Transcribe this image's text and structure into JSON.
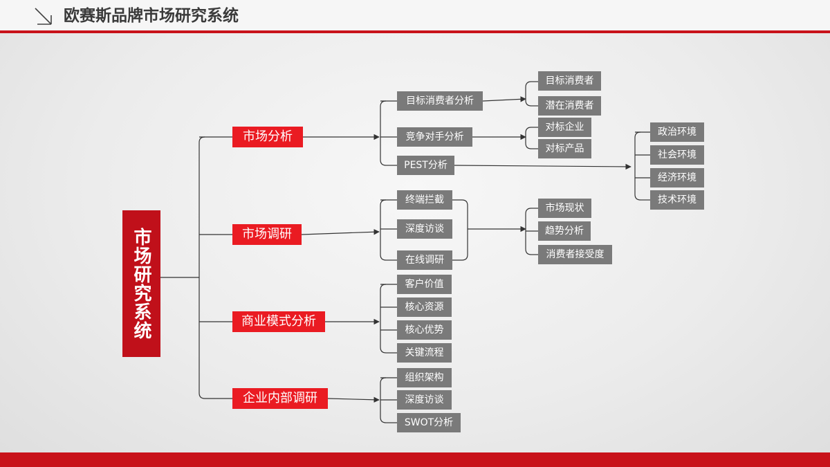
{
  "header": {
    "title": "欧赛斯品牌市场研究系统"
  },
  "colors": {
    "brand_red": "#c8121a",
    "node_red": "#ea1b22",
    "node_gray": "#7a7a7a"
  },
  "root": {
    "label": "市场研究系统"
  },
  "branches": {
    "market_analysis": {
      "label": "市场分析",
      "children": {
        "target_consumer_analysis": {
          "label": "目标消费者分析",
          "children": [
            "目标消费者",
            "潜在消费者"
          ]
        },
        "competitor_analysis": {
          "label": "竞争对手分析",
          "children": [
            "对标企业",
            "对标产品"
          ]
        },
        "pest_analysis": {
          "label": "PEST分析",
          "children": [
            "政治环境",
            "社会环境",
            "经济环境",
            "技术环境"
          ]
        }
      }
    },
    "market_research": {
      "label": "市场调研",
      "methods": [
        "终端拦截",
        "深度访谈",
        "在线调研"
      ],
      "outputs": [
        "市场现状",
        "趋势分析",
        "消费者接受度"
      ]
    },
    "business_model": {
      "label": "商业模式分析",
      "children": [
        "客户价值",
        "核心资源",
        "核心优势",
        "关键流程"
      ]
    },
    "internal_research": {
      "label": "企业内部调研",
      "children": [
        "组织架构",
        "深度访谈",
        "SWOT分析"
      ]
    }
  }
}
